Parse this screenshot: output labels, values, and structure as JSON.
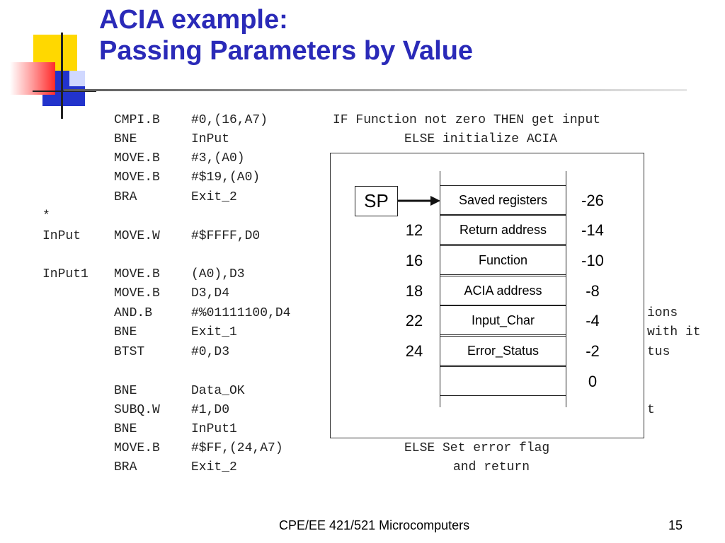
{
  "slide": {
    "title_line1": "ACIA example:",
    "title_line2": "Passing Parameters by Value",
    "colors": {
      "title": "#2a2ab8",
      "deco_yellow": "#ffd800",
      "deco_blue": "#2233cc",
      "deco_red": "#ff3333"
    }
  },
  "code": [
    {
      "label": "",
      "op": "CMPI.B",
      "args": "#0,(16,A7)",
      "comment": "IF Function not zero THEN get input"
    },
    {
      "label": "",
      "op": "BNE",
      "args": "InPut",
      "comment": "ELSE initialize ACIA"
    },
    {
      "label": "",
      "op": "MOVE.B",
      "args": "#3,(A0)",
      "comment": ""
    },
    {
      "label": "",
      "op": "MOVE.B",
      "args": "#$19,(A0)",
      "comment": ""
    },
    {
      "label": "",
      "op": "BRA",
      "args": "Exit_2",
      "comment": ""
    },
    {
      "label": "*",
      "op": "",
      "args": "",
      "comment": ""
    },
    {
      "label": "InPut",
      "op": "MOVE.W",
      "args": "#$FFFF,D0",
      "comment": ""
    },
    {
      "label": "",
      "op": "",
      "args": "",
      "comment": ""
    },
    {
      "label": "InPut1",
      "op": "MOVE.B",
      "args": "(A0),D3",
      "comment": ""
    },
    {
      "label": "",
      "op": "MOVE.B",
      "args": "D3,D4",
      "comment": ""
    },
    {
      "label": "",
      "op": "AND.B",
      "args": "#%01111100,D4",
      "comment": "ions"
    },
    {
      "label": "",
      "op": "BNE",
      "args": "Exit_1",
      "comment": "with it"
    },
    {
      "label": "",
      "op": "BTST",
      "args": "#0,D3",
      "comment": "tus"
    },
    {
      "label": "",
      "op": "",
      "args": "",
      "comment": ""
    },
    {
      "label": "",
      "op": "BNE",
      "args": "Data_OK",
      "comment": ""
    },
    {
      "label": "",
      "op": "SUBQ.W",
      "args": "#1,D0",
      "comment": "t"
    },
    {
      "label": "",
      "op": "BNE",
      "args": "InPut1",
      "comment": ""
    },
    {
      "label": "",
      "op": "MOVE.B",
      "args": "#$FF,(24,A7)",
      "comment": "ELSE Set error flag"
    },
    {
      "label": "",
      "op": "BRA",
      "args": "Exit_2",
      "comment": "and return"
    }
  ],
  "stack": {
    "sp_label": "SP",
    "cells": [
      {
        "label": "Saved registers",
        "offset": "",
        "neg": "-26"
      },
      {
        "label": "Return address",
        "offset": "12",
        "neg": "-14"
      },
      {
        "label": "Function",
        "offset": "16",
        "neg": "-10"
      },
      {
        "label": "ACIA address",
        "offset": "18",
        "neg": "-8"
      },
      {
        "label": "Input_Char",
        "offset": "22",
        "neg": "-4"
      },
      {
        "label": "Error_Status",
        "offset": "24",
        "neg": "-2"
      },
      {
        "label": "",
        "offset": "",
        "neg": "0"
      }
    ]
  },
  "footer": {
    "course": "CPE/EE 421/521 Microcomputers",
    "page": "15"
  }
}
